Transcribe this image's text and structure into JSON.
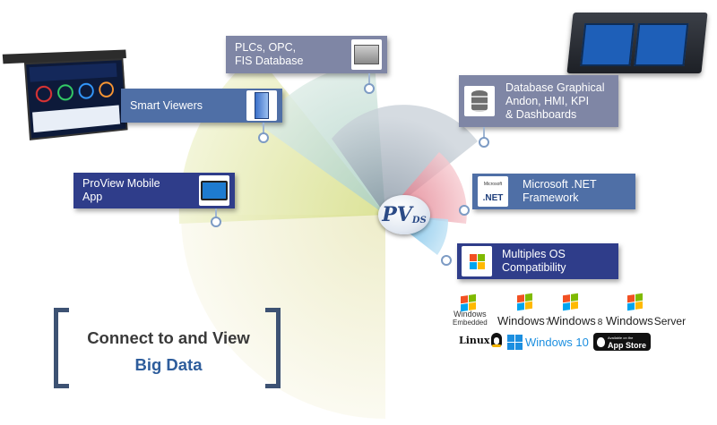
{
  "center_logo": {
    "main": "PV",
    "sub": "DS"
  },
  "nodes": {
    "plc": {
      "label": "PLCs, OPC,\nFIS Database",
      "icon": "plc-device-icon"
    },
    "smart": {
      "label": "Smart Viewers",
      "icon": "smart-viewer-icon"
    },
    "db": {
      "label": "Database Graphical\nAndon, HMI, KPI\n& Dashboards",
      "icon": "database-icon"
    },
    "net": {
      "label": "Microsoft .NET\nFramework",
      "icon": "dotnet-icon",
      "icon_text": ".NET",
      "icon_small": "Microsoft"
    },
    "mobile": {
      "label": "ProView Mobile\nApp",
      "icon": "tablet-icon"
    },
    "os": {
      "label": "Multiples OS\nCompatibility",
      "icon": "windows-logo-icon"
    }
  },
  "os_logos": {
    "row1": [
      {
        "name": "windows-embedded-logo",
        "line1": "Windows",
        "line2": "Embedded"
      },
      {
        "name": "windows-7-logo",
        "brand": "Windows",
        "version": "7"
      },
      {
        "name": "windows-8-logo",
        "brand": "Windows",
        "version": "8"
      },
      {
        "name": "windows-server-logo",
        "brand": "Windows",
        "version": "Server"
      }
    ],
    "row2": [
      {
        "name": "linux-logo",
        "text": "Linux"
      },
      {
        "name": "windows-10-logo",
        "text": "Windows 10"
      },
      {
        "name": "app-store-badge",
        "small": "Available on the",
        "text": "App Store"
      }
    ]
  },
  "headline": {
    "line1": "Connect to and View",
    "line2": "Big Data"
  },
  "colors": {
    "box_blue": "#4f6fa6",
    "box_navy": "#2f3d8a",
    "box_slate": "#7f86a5",
    "petal_green": "#e3e8b0",
    "petal_teal": "#c7e0d6",
    "petal_gray": "#9aa8b6",
    "petal_red": "#e8909c",
    "petal_blue": "#7ec3e8",
    "headline_dark": "#3a3a3a",
    "headline_blue": "#2e5d9c"
  }
}
